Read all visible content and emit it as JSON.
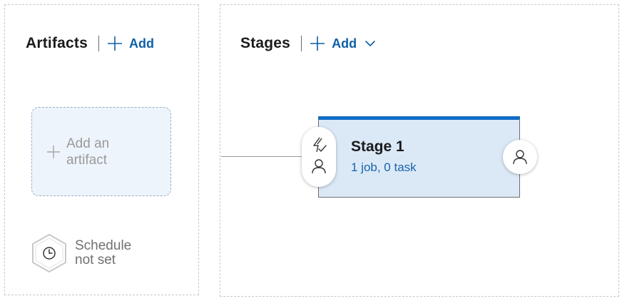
{
  "artifacts": {
    "title": "Artifacts",
    "add_label": "Add",
    "add_artifact_label": "Add an artifact",
    "schedule_label": "Schedule not set"
  },
  "stages": {
    "title": "Stages",
    "add_label": "Add",
    "items": [
      {
        "name": "Stage 1",
        "summary": "1 job, 0 task"
      }
    ]
  },
  "colors": {
    "accent": "#0f6cc7",
    "link": "#0f5fa8",
    "stage_background": "#dbe9f7",
    "artifact_background": "#eef4fb"
  },
  "icons": {
    "add": "plus-icon",
    "dropdown": "chevron-down-icon",
    "schedule": "clock-icon",
    "pre_deployment_trigger": "lightning-icon",
    "pre_deployment_approvals": "person-icon",
    "post_deployment_approvals": "person-icon"
  }
}
